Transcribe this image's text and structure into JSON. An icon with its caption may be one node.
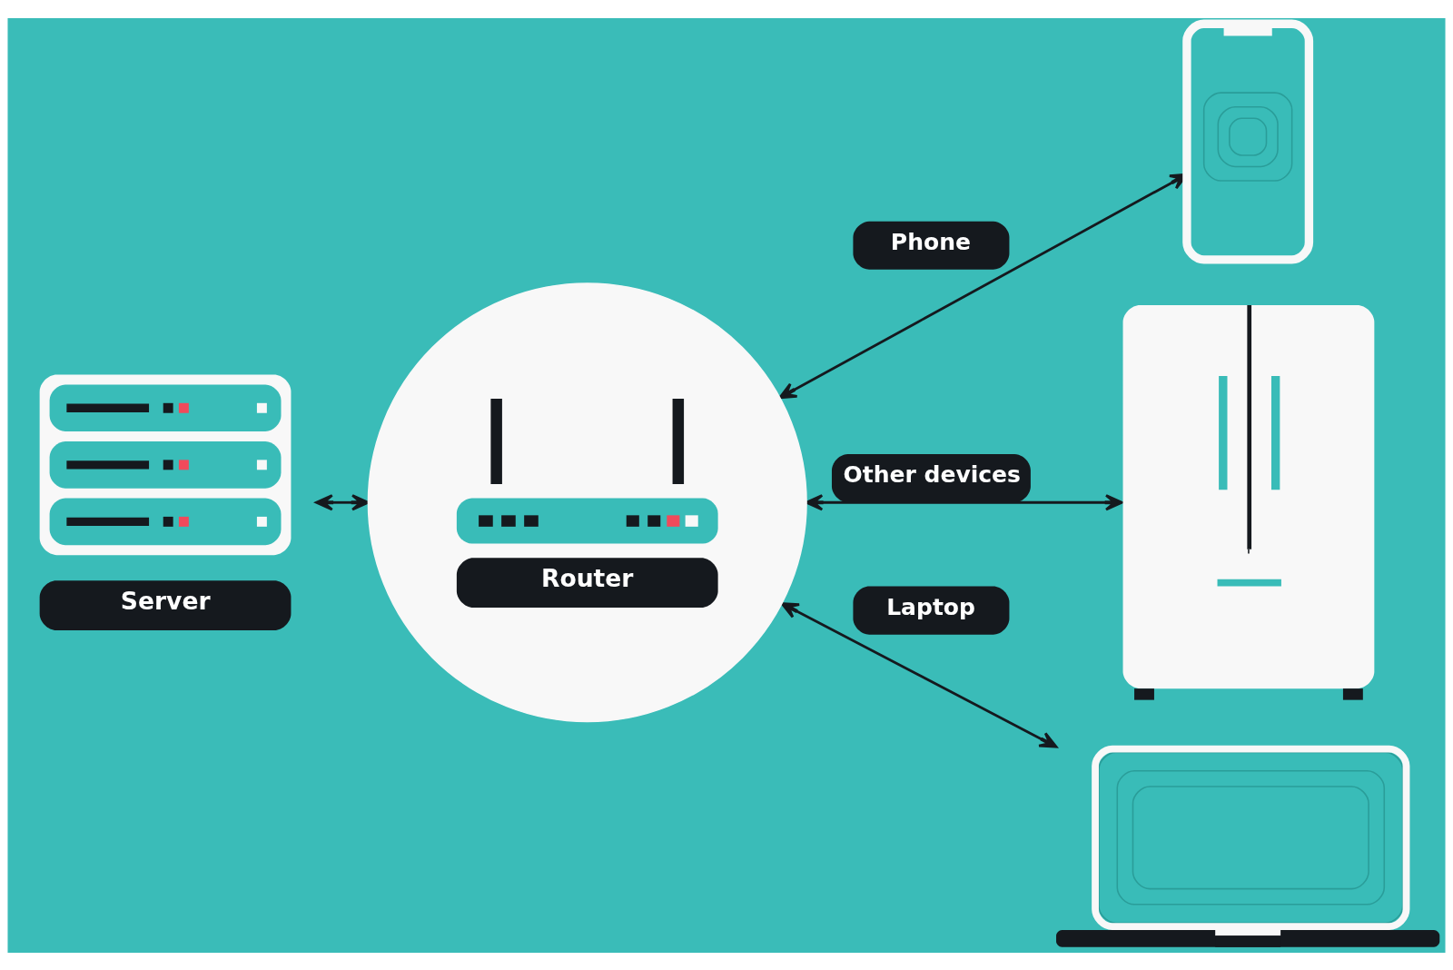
{
  "diagram": {
    "nodes": [
      {
        "text": [
          "Server"
        ]
      },
      {
        "text": [
          "Router"
        ]
      },
      {
        "text": [],
        "shape": "picture"
      },
      {
        "text": [],
        "shape": "picture"
      },
      {
        "text": [],
        "shape": "picture"
      }
    ],
    "edges": [
      {
        "from": 0,
        "to": 1,
        "arrow": "both"
      },
      {
        "from": 1,
        "to": 2,
        "arrow": "both",
        "label": "Phone"
      },
      {
        "from": 1,
        "to": 3,
        "arrow": "both",
        "label": "Other devices"
      },
      {
        "from": 1,
        "to": 4,
        "arrow": "both",
        "label": "Laptop"
      }
    ]
  }
}
